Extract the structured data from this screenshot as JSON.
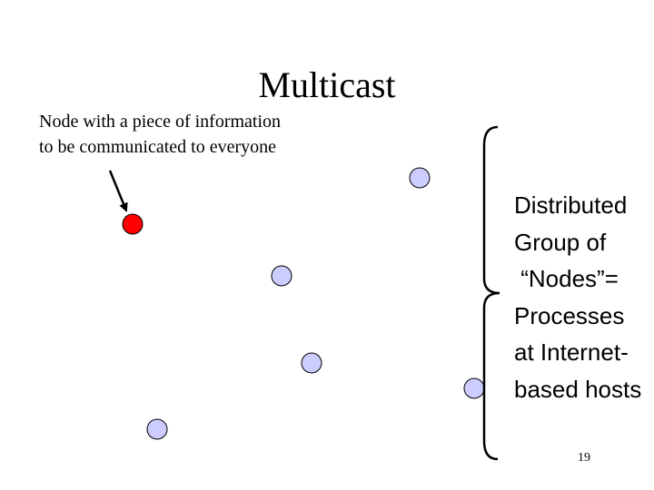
{
  "slide": {
    "title": "Multicast",
    "note_line1": "Node with a piece of information",
    "note_line2": "to be communicated to everyone",
    "group_label_lines": [
      "Distributed",
      "Group of",
      " “Nodes”=",
      "Processes",
      "at Internet-",
      "based hosts"
    ],
    "page_number": "19"
  },
  "colors": {
    "source_node": "#ff0000",
    "group_node": "#ccccff",
    "outline": "#000000"
  },
  "nodes": [
    {
      "role": "source"
    },
    {
      "role": "member"
    },
    {
      "role": "member"
    },
    {
      "role": "member"
    },
    {
      "role": "member"
    },
    {
      "role": "member"
    }
  ]
}
